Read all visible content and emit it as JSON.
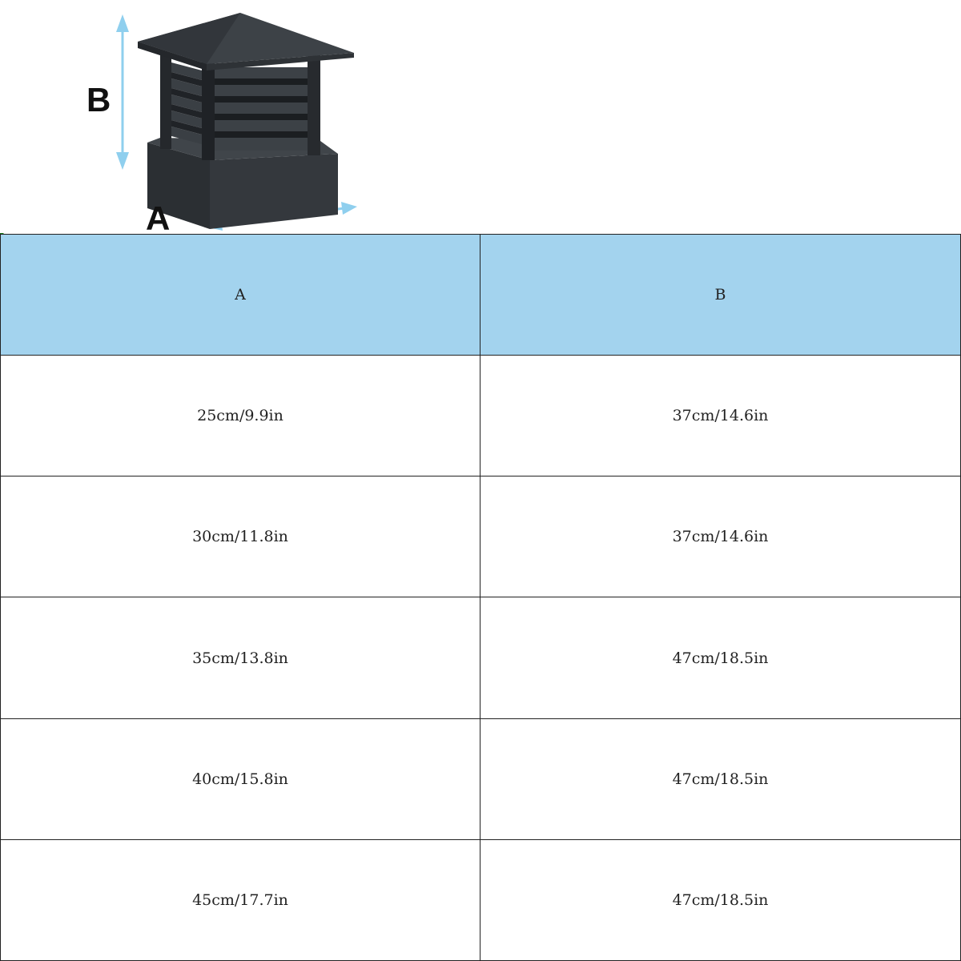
{
  "figure": {
    "label_a": "A",
    "label_b": "B",
    "product_icon": "post-cap-lamp-image",
    "arrow_color": "#8fcfee",
    "product_color": "#2a2d31"
  },
  "table": {
    "header_color": "#a3d3ee",
    "headers": [
      "A",
      "B"
    ],
    "rows": [
      [
        "25cm/9.9in",
        "37cm/14.6in"
      ],
      [
        "30cm/11.8in",
        "37cm/14.6in"
      ],
      [
        "35cm/13.8in",
        "47cm/18.5in"
      ],
      [
        "40cm/15.8in",
        "47cm/18.5in"
      ],
      [
        "45cm/17.7in",
        "47cm/18.5in"
      ]
    ]
  }
}
